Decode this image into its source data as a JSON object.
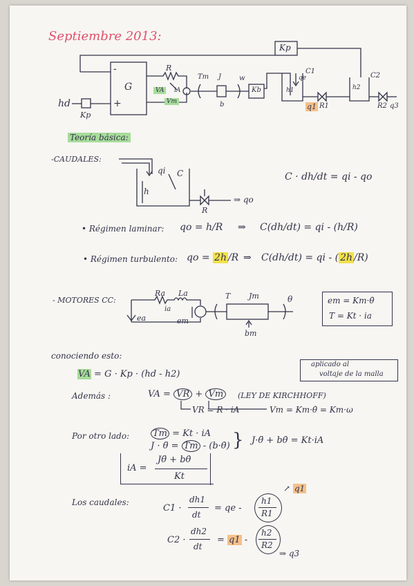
{
  "header": {
    "title": "Septiembre 2013:"
  },
  "diagram": {
    "label_kp_top": "Kp",
    "label_kp_bottom": "Kp",
    "label_hd": "hd",
    "label_minus": "-",
    "label_plus": "+",
    "label_G": "G",
    "label_R": "R",
    "label_va": "VA",
    "label_ia": "iA",
    "label_vm": "Vm",
    "label_tm": "Tm",
    "label_J": "J",
    "label_b": "b",
    "label_w": "w",
    "label_kb": "Kb",
    "label_qe": "qe",
    "label_c1": "C1",
    "label_c2": "C2",
    "label_h1": "h1",
    "label_h2": "h2",
    "label_q1": "q1",
    "label_R1": "R1",
    "label_R2": "R2",
    "label_q3": "q3"
  },
  "sections": {
    "teoria": "Teoría básica:",
    "caudales": "-CAUDALES:",
    "motores": "- MOTORES CC:"
  },
  "caudales": {
    "qi": "qi",
    "c": "C",
    "h": "h",
    "R": "R",
    "qo": "⇒ qo",
    "eq_main": "C · dh/dt = qi - qo",
    "laminar_label": "• Régimen laminar:",
    "laminar_eq1": "qo = h/R",
    "arrow": "⇒",
    "laminar_eq2": "C(dh/dt) = qi - (h/R)",
    "turb_label": "• Régimen turbulento:",
    "turb_eq1_a": "qo = ",
    "turb_eq1_b": "2h",
    "turb_eq1_c": "/R",
    "turb_eq2_a": "C(dh/dt) = qi - (",
    "turb_eq2_b": "2h",
    "turb_eq2_c": "/R)"
  },
  "motores": {
    "Ra": "Ra",
    "La": "La",
    "ia": "ia",
    "ea": "ea",
    "em": "em",
    "T": "T",
    "Jm": "Jm",
    "theta": "θ",
    "bm": "bm",
    "eq1": "em = Km·θ̇",
    "eq2": "T = Kt · ia"
  },
  "derivation": {
    "conociendo": "conociendo esto:",
    "va_eq": "VA = G · Kp · (hd - h2)",
    "aplicado_note_1": "aplicado al",
    "aplicado_note_2": "voltaje de la malla",
    "ademas": "Además :",
    "va_sum_a": "VA =",
    "va_sum_b": "VR",
    "va_sum_c": "+",
    "va_sum_d": "Vm",
    "kirchhoff": "(LEY DE KIRCHHOFF)",
    "vr_eq": "VR = R · iA",
    "vm_eq": "Vm = Km·θ̇ = Km·ω",
    "por_otro": "Por otro lado:",
    "tm_eq_a": "Tm",
    "tm_eq_b": "= Kt · iA",
    "j_eq_a": "J · θ̈ =",
    "j_eq_b": "Tm",
    "j_eq_c": "- (b·θ̇)",
    "brace_result": "J·θ̈ + bθ̇ = Kt·iA",
    "ia_lhs": "iA =",
    "ia_num": "Jθ̈ + bθ̇",
    "ia_den": "Kt",
    "los_caudales": "Los caudales:",
    "c1": "C1 ·",
    "dh1": "dh1",
    "dt": "dt",
    "eq_c1_rhs": "= qe -",
    "h1": "h1",
    "R1": "R1",
    "q1_badge": "q1",
    "c2": "C2 ·",
    "dh2": "dh2",
    "eq_c2_rhs_a": "=",
    "q1_inline": "q1",
    "eq_c2_rhs_b": "-",
    "h2": "h2",
    "R2": "R2",
    "q3": "⇒ q3"
  }
}
